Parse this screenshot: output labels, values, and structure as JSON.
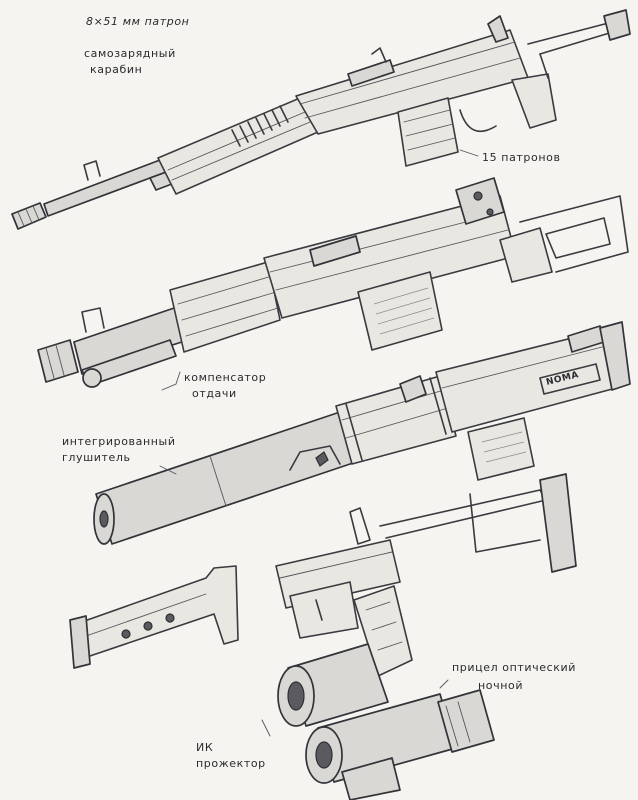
{
  "annotations": {
    "caliber": "8×51 мм патрон",
    "carbine_line1": "самозарядный",
    "carbine_line2": "карабин",
    "magazine": "15 патронов",
    "compensator_line1": "компенсатор",
    "compensator_line2": "отдачи",
    "silencer_line1": "интегрированный",
    "silencer_line2": "глушитель",
    "scope_line1": "прицел оптический",
    "scope_line2": "ночной",
    "ir_line1": "ИК",
    "ir_line2": "прожектор",
    "receiver_marking": "NOMA"
  },
  "colors": {
    "paper": "#f5f4f0",
    "ink": "#3a3a40"
  }
}
